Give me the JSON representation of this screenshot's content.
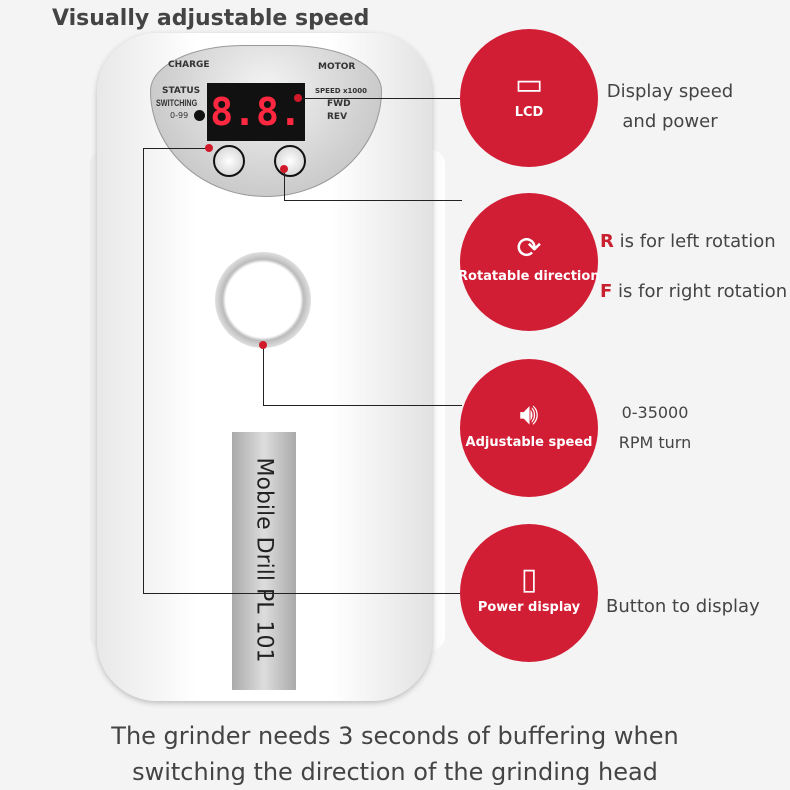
{
  "title": "Visually adjustable speed",
  "device": {
    "charge": "CHARGE",
    "motor": "MOTOR",
    "status": "STATUS",
    "switching": "SWITCHING",
    "range": "0-99",
    "speed": "SPEED x1000",
    "fwd": "FWD",
    "rev": "REV",
    "display": "8.8.",
    "label": "Mobile Drill  PL 101"
  },
  "features": [
    {
      "icon": "lcd-icon",
      "label": "LCD",
      "desc": [
        "Display speed",
        "and power"
      ]
    },
    {
      "icon": "rotate-icon",
      "label": "Rotatable direction",
      "desc_r": {
        "letter": "R",
        "text": " is for left rotation"
      },
      "desc_f": {
        "letter": "F",
        "text": " is for right rotation"
      }
    },
    {
      "icon": "speaker-icon",
      "label": "Adjustable speed",
      "desc": [
        "0-35000",
        "RPM turn"
      ]
    },
    {
      "icon": "battery-icon",
      "label": "Power display",
      "desc": [
        "Button to display"
      ]
    }
  ],
  "footer": [
    "The grinder needs 3 seconds of buffering when",
    "switching the direction of the grinding head"
  ],
  "colors": {
    "accent": "#d21e35"
  }
}
